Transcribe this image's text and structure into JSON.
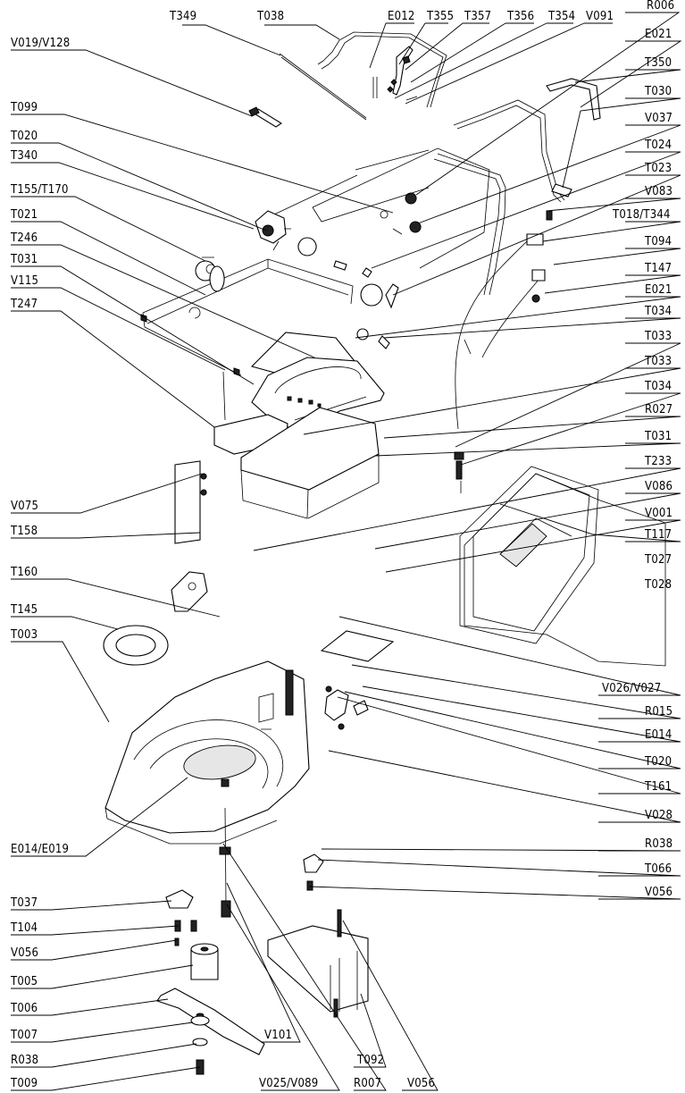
{
  "labels": {
    "T349": "T349",
    "T038": "T038",
    "E012": "E012",
    "T355": "T355",
    "T357": "T357",
    "T356": "T356",
    "T354": "T354",
    "V091": "V091",
    "R006": "R006",
    "V019_V128": "V019/V128",
    "E021_a": "E021",
    "T350": "T350",
    "T030": "T030",
    "T099": "T099",
    "V037": "V037",
    "T020_a": "T020",
    "T024": "T024",
    "T340": "T340",
    "T023": "T023",
    "V083": "V083",
    "T155_T170": "T155/T170",
    "T018_T344": "T018/T344",
    "T021": "T021",
    "T094": "T094",
    "T246": "T246",
    "T147": "T147",
    "T031_a": "T031",
    "E021_b": "E021",
    "V115": "V115",
    "T034_a": "T034",
    "T247": "T247",
    "T033_a": "T033",
    "T033_b": "T033",
    "T034_b": "T034",
    "R027": "R027",
    "T031_b": "T031",
    "T233": "T233",
    "V086": "V086",
    "V075": "V075",
    "V001": "V001",
    "T117": "T117",
    "T158": "T158",
    "T027": "T027",
    "T028": "T028",
    "T160": "T160",
    "T145": "T145",
    "T003": "T003",
    "V026_V027": "V026/V027",
    "R015": "R015",
    "E014": "E014",
    "T020_b": "T020",
    "E014_E019": "E014/E019",
    "T161": "T161",
    "V028": "V028",
    "T037": "T037",
    "R038_a": "R038",
    "T104": "T104",
    "T066": "T066",
    "V056_a": "V056",
    "V056_b": "V056",
    "T005": "T005",
    "T006": "T006",
    "T007": "T007",
    "V101": "V101",
    "T092": "T092",
    "R038_b": "R038",
    "T009": "T009",
    "V025_V089": "V025/V089",
    "R007": "R007",
    "V056_c": "V056"
  }
}
